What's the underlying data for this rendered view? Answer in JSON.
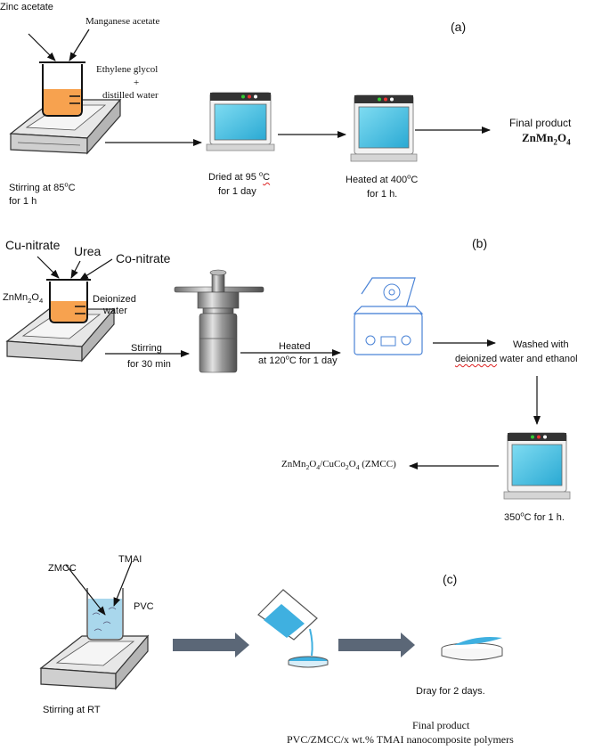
{
  "a": {
    "panel_label": "(a)",
    "zinc_acetate": "Zinc acetate",
    "manganese_acetate": "Manganese acetate",
    "solvent_line1": "Ethylene glycol",
    "solvent_plus": "+",
    "solvent_line2": "distilled water",
    "stir_line1_pre": "Stirring at 85",
    "stir_sup": "o",
    "stir_line1_post": "C",
    "stir_line2": "for 1 h",
    "dry_line1_pre": "Dried at 95 ",
    "dry_sup": "o",
    "dry_line1_post": "C",
    "dry_line2": "for  1 day",
    "heat_line1_pre": "Heated at 400",
    "heat_sup": "o",
    "heat_line1_post": "C",
    "heat_line2": "for 1 h.",
    "final_line1": "Final product",
    "final_prod_a": "ZnMn",
    "final_prod_b": "2",
    "final_prod_c": "O",
    "final_prod_d": "4"
  },
  "b": {
    "panel_label": "(b)",
    "cu_nitrate": "Cu-nitrate",
    "urea": "Urea",
    "co_nitrate": "Co-nitrate",
    "znmn_a": "ZnMn",
    "znmn_b": "2",
    "znmn_c": "O",
    "znmn_d": "4",
    "deionized_line1": "Deionized",
    "deionized_line2": "water",
    "stir_line1": "Stirring",
    "stir_line2": "for 30 min",
    "heated_line1": "Heated",
    "heated_line2_pre": "at 120",
    "heated_sup": "o",
    "heated_line2_post": "C for  1 day",
    "washed_line1": "Washed with",
    "washed_line2_a": "deionized",
    "washed_line2_b": " water and ethanol",
    "calcine_pre": "350",
    "calcine_sup": "o",
    "calcine_post": "C for 1 h.",
    "prod_p1": "ZnMn",
    "prod_s1": "2",
    "prod_p2": "O",
    "prod_s2": "4",
    "prod_p3": "/CuCo",
    "prod_s3": "2",
    "prod_p4": "O",
    "prod_s4": "4",
    "prod_p5": " (ZMCC)"
  },
  "c": {
    "panel_label": "(c)",
    "zmcc": "ZMCC",
    "tmai": "TMAI",
    "pvc": "PVC",
    "stir": "Stirring at RT",
    "dray": "Dray for 2 days.",
    "final_line1": "Final product",
    "final_line2": "PVC/ZMCC/x wt.% TMAI nanocomposite polymers"
  },
  "colors": {
    "orange_solution": "#f7a24f",
    "oven_screen": "#37bfe3",
    "blue_solution": "#a9d7ec",
    "petri_blue": "#3fb0e0",
    "block_arrow": "#5b6777"
  }
}
